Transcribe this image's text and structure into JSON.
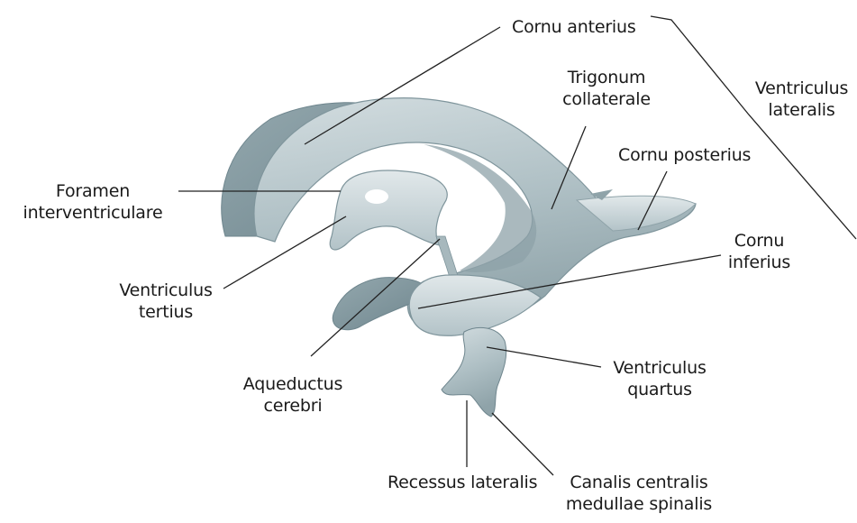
{
  "colors": {
    "structure_light": "#c7d3d7",
    "structure_mid": "#9fb1b7",
    "structure_dark": "#6f868e",
    "leader_line": "#222222",
    "text": "#1a1a1a"
  },
  "labels": {
    "cornu_anterius": "Cornu anterius",
    "trigonum_collaterale": [
      "Trigonum",
      "collaterale"
    ],
    "ventriculus_lateralis": [
      "Ventriculus",
      "lateralis"
    ],
    "cornu_posterius": "Cornu posterius",
    "foramen_interventriculare": [
      "Foramen",
      "interventriculare"
    ],
    "cornu_inferius": [
      "Cornu",
      "inferius"
    ],
    "ventriculus_tertius": [
      "Ventriculus",
      "tertius"
    ],
    "ventriculus_quartus": [
      "Ventriculus",
      "quartus"
    ],
    "aqueductus_cerebri": [
      "Aqueductus",
      "cerebri"
    ],
    "recessus_lateralis": "Recessus lateralis",
    "canalis_centralis": [
      "Canalis centralis",
      "medullae spinalis"
    ]
  }
}
